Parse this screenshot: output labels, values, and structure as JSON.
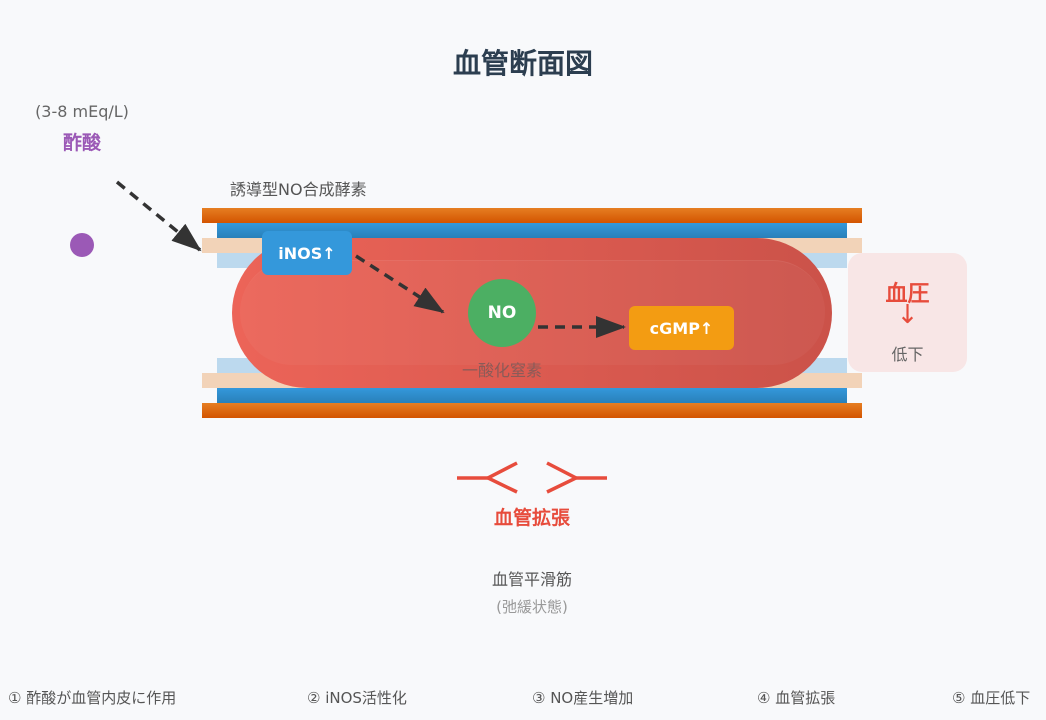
{
  "title": "血管断面図",
  "acid": {
    "concentration": "(3-8 mEq/L)",
    "name": "酢酸",
    "color": "#9b59b6"
  },
  "enzyme_label": "誘導型NO合成酵素",
  "nodes": {
    "inos": "iNOS↑",
    "no": "NO",
    "no_label": "一酸化窒素",
    "cgmp": "cGMP↑"
  },
  "blood_pressure": {
    "title": "血圧",
    "arrow": "↓",
    "state": "低下"
  },
  "dilation_label": "血管拡張",
  "smooth_muscle": {
    "label": "血管平滑筋",
    "state": "(弛緩状態)"
  },
  "steps": [
    "① 酢酸が血管内皮に作用",
    "② iNOS活性化",
    "③ NO産生増加",
    "④ 血管拡張",
    "⑤ 血圧低下"
  ],
  "colors": {
    "vessel_outer": "#e67e22",
    "vessel_endothelium": "#3498db",
    "blood": "#e74c3c",
    "inos": "#3498db",
    "no": "#4caf63",
    "cgmp": "#f39c12",
    "accent": "#e74c3c"
  }
}
